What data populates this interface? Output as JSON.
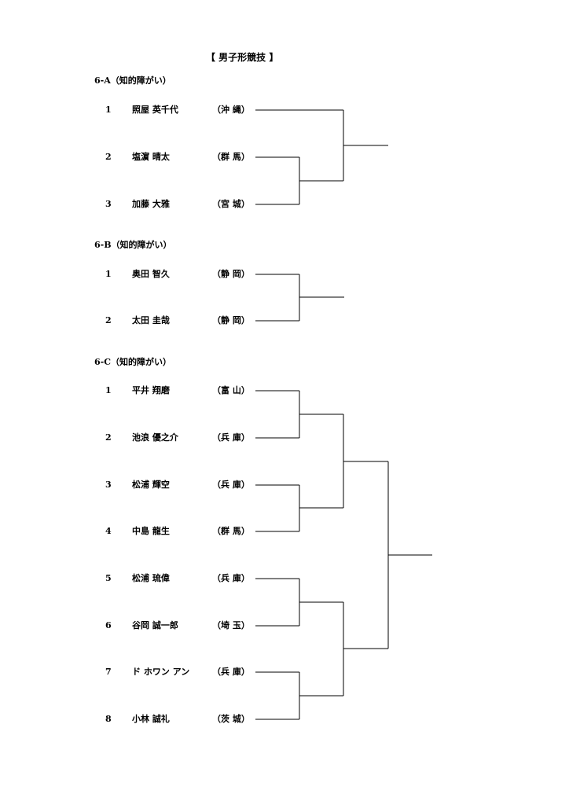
{
  "title": "【 男子形競技 】",
  "sections": [
    {
      "label": "6-A（知的障がい）",
      "entries": [
        {
          "seed": "1",
          "name": "照屋 英千代",
          "pref": "（沖 縄）"
        },
        {
          "seed": "2",
          "name": "塩濵 晴太",
          "pref": "（群 馬）"
        },
        {
          "seed": "3",
          "name": "加藤 大雅",
          "pref": "（宮 城）"
        }
      ]
    },
    {
      "label": "6-B（知的障がい）",
      "entries": [
        {
          "seed": "1",
          "name": "奥田 智久",
          "pref": "（静 岡）"
        },
        {
          "seed": "2",
          "name": "太田 圭哉",
          "pref": "（静 岡）"
        }
      ]
    },
    {
      "label": "6-C（知的障がい）",
      "entries": [
        {
          "seed": "1",
          "name": "平井 翔磨",
          "pref": "（富 山）"
        },
        {
          "seed": "2",
          "name": "池浪 優之介",
          "pref": "（兵 庫）"
        },
        {
          "seed": "3",
          "name": "松浦 輝空",
          "pref": "（兵 庫）"
        },
        {
          "seed": "4",
          "name": "中島 龍生",
          "pref": "（群 馬）"
        },
        {
          "seed": "5",
          "name": "松浦 琉偉",
          "pref": "（兵 庫）"
        },
        {
          "seed": "6",
          "name": "谷岡 誠一郎",
          "pref": "（埼 玉）"
        },
        {
          "seed": "7",
          "name": "ド ホワン アン",
          "pref": "（兵 庫）"
        },
        {
          "seed": "8",
          "name": "小林 誠礼",
          "pref": "（茨 城）"
        }
      ]
    }
  ]
}
